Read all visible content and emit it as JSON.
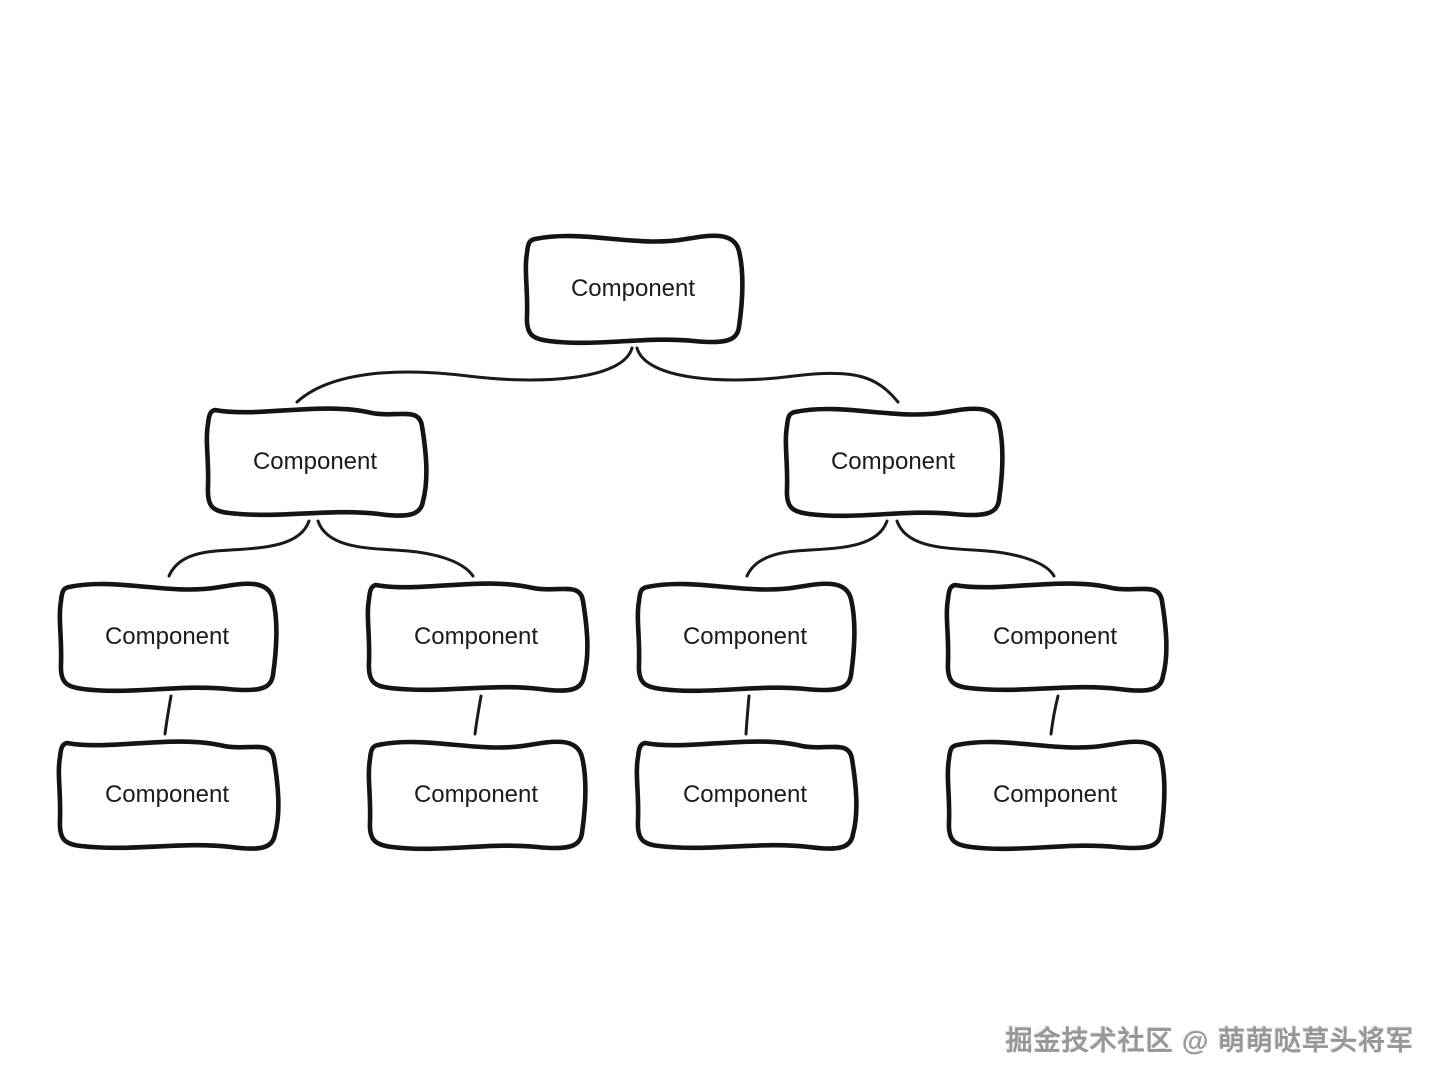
{
  "diagram": {
    "type": "tree",
    "node_count": 11,
    "levels": 4,
    "colors": {
      "background": "#ffffff",
      "box_stroke": "#141414",
      "box_fill": "#ffffff",
      "connector": "#1a1a1a",
      "label": "#1b1b1b",
      "watermark": "#979797"
    },
    "tree": {
      "label": "Component",
      "children": [
        {
          "label": "Component",
          "children": [
            {
              "label": "Component",
              "children": [
                {
                  "label": "Component",
                  "children": []
                }
              ]
            },
            {
              "label": "Component",
              "children": [
                {
                  "label": "Component",
                  "children": []
                }
              ]
            }
          ]
        },
        {
          "label": "Component",
          "children": [
            {
              "label": "Component",
              "children": [
                {
                  "label": "Component",
                  "children": []
                }
              ]
            },
            {
              "label": "Component",
              "children": [
                {
                  "label": "Component",
                  "children": []
                }
              ]
            }
          ]
        }
      ]
    }
  },
  "nodes": [
    {
      "id": "root",
      "level": 1,
      "label": "Component"
    },
    {
      "id": "child-left",
      "level": 2,
      "label": "Component"
    },
    {
      "id": "child-right",
      "level": 2,
      "label": "Component"
    },
    {
      "id": "grandchild-1",
      "level": 3,
      "label": "Component"
    },
    {
      "id": "grandchild-2",
      "level": 3,
      "label": "Component"
    },
    {
      "id": "grandchild-3",
      "level": 3,
      "label": "Component"
    },
    {
      "id": "grandchild-4",
      "level": 3,
      "label": "Component"
    },
    {
      "id": "leaf-1",
      "level": 4,
      "label": "Component"
    },
    {
      "id": "leaf-2",
      "level": 4,
      "label": "Component"
    },
    {
      "id": "leaf-3",
      "level": 4,
      "label": "Component"
    },
    {
      "id": "leaf-4",
      "level": 4,
      "label": "Component"
    }
  ],
  "watermark": {
    "text": "掘金技术社区 @ 萌萌哒草头将军"
  }
}
